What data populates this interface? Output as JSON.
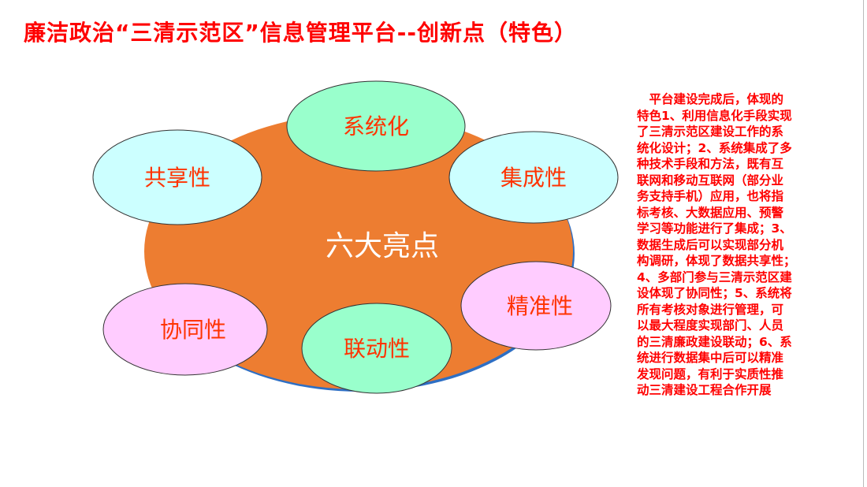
{
  "title": "廉洁政治“三清示范区”信息管理平台--创新点（特色）",
  "center_label": "六大亮点",
  "nodes": [
    {
      "label": "系统化",
      "color": "#99ffcc"
    },
    {
      "label": "共享性",
      "color": "#ccffff"
    },
    {
      "label": "集成性",
      "color": "#ccffff"
    },
    {
      "label": "精准性",
      "color": "#ffccff"
    },
    {
      "label": "协同性",
      "color": "#ffccff"
    },
    {
      "label": "联动性",
      "color": "#99ffcc"
    }
  ],
  "colors": {
    "hub": "#ed7d31",
    "text": "#ff0000",
    "node_text": "#ff3300"
  },
  "description_lines": [
    "　平台建设完成后，体现的",
    "特色1、利用信息化手段实现",
    "了三清示范区建设工作的系",
    "统化设计；2、系统集成了多",
    "种技术手段和方法，既有互",
    "联网和移动互联网（部分业",
    "务支持手机）应用，也将指",
    "标考核、大数据应用、预警",
    "学习等功能进行了集成；3、",
    "数据生成后可以实现部分机",
    "构调研，体现了数据共享性；",
    "4、多部门参与三清示范区建",
    "设体现了协同性；5、系统将",
    "所有考核对象进行管理，可",
    "以最大程度实现部门、人员",
    "的三清廉政建设联动；6、系",
    "统进行数据集中后可以精准",
    "发现问题，有利于实质性推",
    "动三清建设工程合作开展"
  ]
}
